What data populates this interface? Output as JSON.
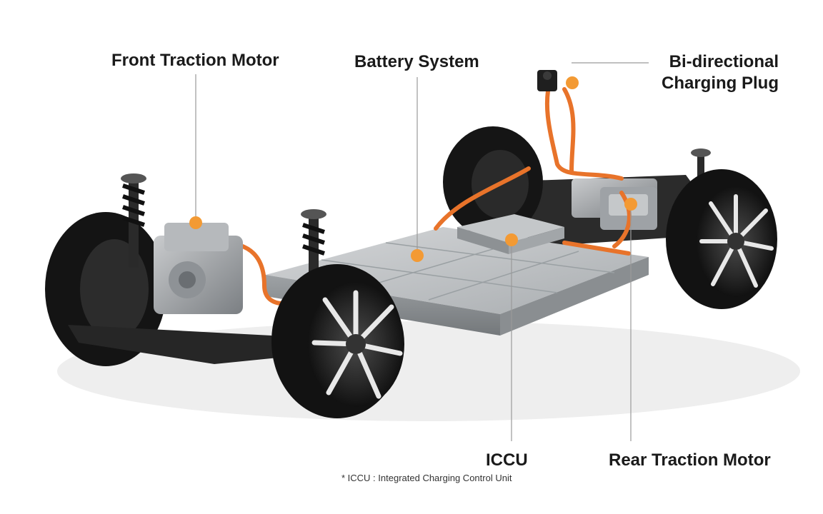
{
  "labels": {
    "front_traction_motor": "Front Traction Motor",
    "battery_system": "Battery System",
    "charging_plug_line1": "Bi-directional",
    "charging_plug_line2": "Charging Plug",
    "iccu": "ICCU",
    "rear_traction_motor": "Rear Traction Motor"
  },
  "footnote": "* ICCU : Integrated Charging Control Unit",
  "colors": {
    "marker": "#f39a34",
    "leader_line": "#9a9a9a",
    "cable": "#e8732a",
    "battery": "#b9bcbf",
    "tire": "#151515"
  }
}
